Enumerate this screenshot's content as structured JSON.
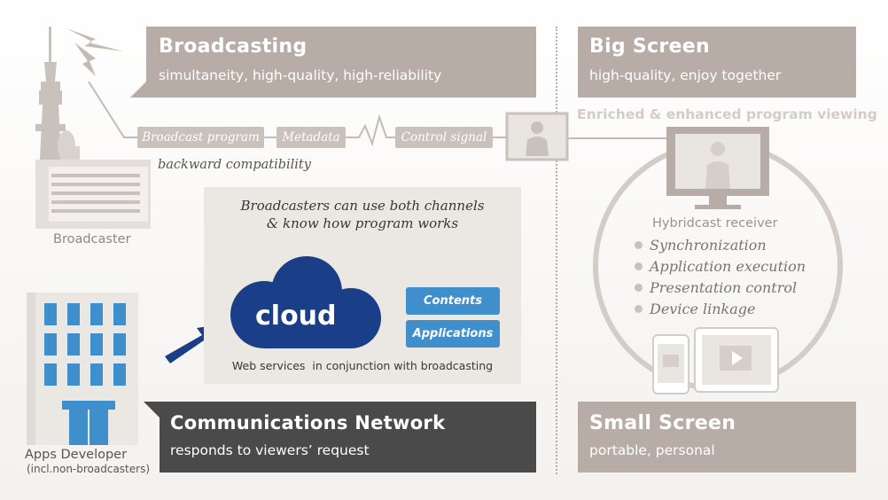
{
  "broadcasting": {
    "title": "Broadcasting",
    "subtitle": "simultaneity, high-quality, high-reliability"
  },
  "big_screen": {
    "title": "Big Screen",
    "subtitle": "high-quality, enjoy together"
  },
  "communications": {
    "title": "Communications Network",
    "subtitle": "responds to viewers’ request"
  },
  "small_screen": {
    "title": "Small Screen",
    "subtitle": "portable, personal"
  },
  "signal_tags": [
    "Broadcast program",
    "Metadata",
    "Control signal"
  ],
  "backward_compat": "backward compatibility",
  "enriched_label": "Enriched & enhanced program viewing",
  "broadcaster_label": "Broadcaster",
  "apps_developer_label": "Apps Developer",
  "apps_developer_note": "(incl.non-broadcasters)",
  "center_box": {
    "line1": "Broadcasters can use both channels",
    "line2": "& know how program works",
    "cloud_label": "cloud",
    "contents_button": "Contents",
    "applications_button": "Applications",
    "caption": "Web services  in conjunction with broadcasting"
  },
  "receiver": {
    "title": "Hybridcast receiver",
    "features": [
      "Synchronization",
      "Application execution",
      "Presentation control",
      "Device linkage"
    ]
  },
  "colors": {
    "gray_panel": "#b7aca6",
    "dark_panel": "#4a4a4a",
    "accent_blue": "#3f8fcc",
    "cloud_blue": "#1a3e88"
  }
}
